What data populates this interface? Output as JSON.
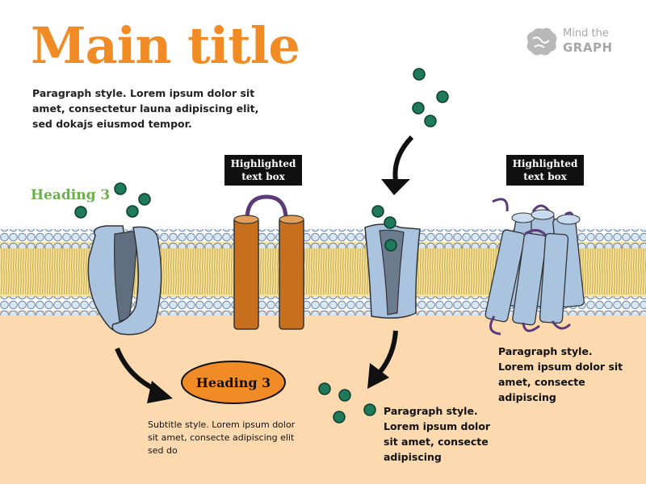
{
  "title": "Main title",
  "intro_paragraph": "Paragraph style. Lorem ipsum dolor sit amet, consectetur launa adipiscing elit, sed dokajs eiusmod tempor.",
  "heading_left": "Heading 3",
  "highlight_box_1": "Highlighted text box",
  "highlight_box_2": "Highlighted text box",
  "oval_heading": "Heading 3",
  "subtitle_text": "Subtitle style. Lorem ipsum dolor sit amet, consecte adipiscing elit sed do",
  "paragraph_middle": "Paragraph style. Lorem ipsum dolor sit amet, consecte adipiscing",
  "paragraph_right": "Paragraph style. Lorem ipsum dolor sit amet, consecte adipiscing",
  "logo": {
    "line1": "Mind the",
    "line2": "GRAPH"
  },
  "colors": {
    "title_orange": "#f18b25",
    "heading_green": "#6ab04c",
    "cytoplasm": "#fcd9ae",
    "lipid_head": "#d6e4f3",
    "lipid_tail": "#e8c86a",
    "protein_blue": "#aac3df",
    "protein_orange": "#c86f1e",
    "molecule_green": "#1f7a5c",
    "loop_purple": "#5b3a78"
  }
}
